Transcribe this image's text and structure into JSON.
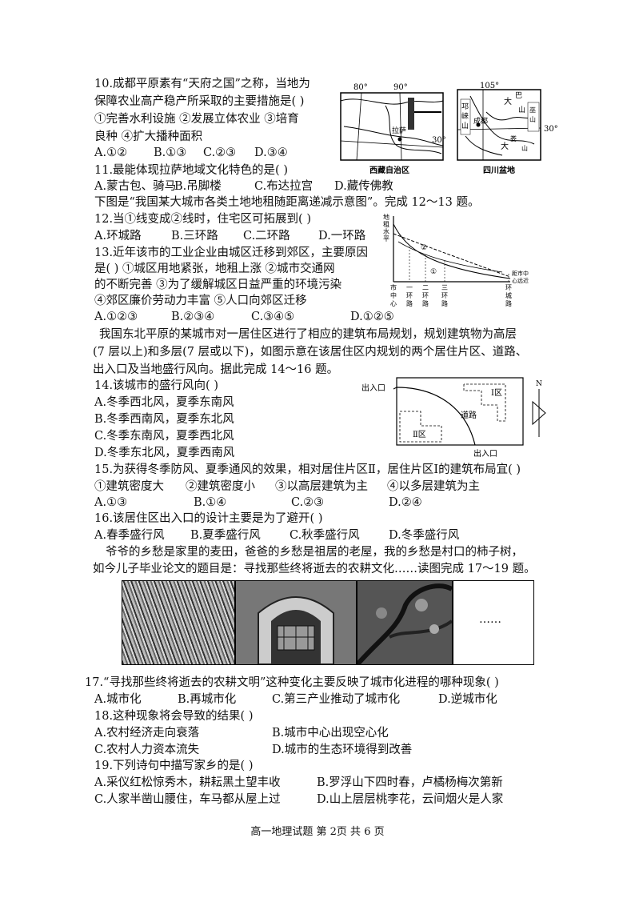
{
  "q10": {
    "lines": [
      "10.成都平原素有“天府之国”之称，当地为",
      "保障农业高产稳产所采取的主要措施是(  )",
      "①完善水利设施  ②发展立体农业  ③培育",
      "良种  ④扩大播种面积"
    ],
    "options": [
      "A.①②",
      "B.①③",
      "C.②③",
      "D.③④"
    ]
  },
  "map_tibet": {
    "lon1": "80°",
    "lon2": "90°",
    "lat": "30°",
    "city": "拉萨",
    "caption": "西藏自治区"
  },
  "map_sichuan": {
    "lon": "105°",
    "lat": "30°",
    "caption": "四川盆地",
    "labels": [
      "邛",
      "崃",
      "山",
      "大",
      "巴",
      "山",
      "巫",
      "山",
      "成都",
      "大",
      "娄",
      "山"
    ]
  },
  "q11": {
    "stem": "11.最能体现拉萨地域文化特色的是(     )",
    "options": [
      "A.蒙古包、骑马",
      "B.吊脚楼",
      "C.布达拉宫",
      "D.藏传佛教"
    ]
  },
  "intro12": "下图是“我国某大城市各类土地地租随距离递减示意图”。完成 12～13 题。",
  "q12": {
    "stem": "12.当①线变成②线时，住宅区可拓展到(     )",
    "options": [
      "A.环城路",
      "B.三环路",
      "C.二环路",
      "D.一环路"
    ]
  },
  "q13": {
    "lines": [
      "13.近年该市的工业企业由城区迁移到郊区，主要原因",
      "是(  )  ①城区用地紧张，地租上涨  ②城市交通网",
      "的不断完善  ③为了缓解城区日益严重的环境污染",
      "④郊区廉价劳动力丰富  ⑤人口向郊区迁移"
    ],
    "options": [
      "A.①②③",
      "B.②③④",
      "C.③④⑤",
      "D.①②⑤"
    ]
  },
  "rent_chart": {
    "ylabel": [
      "地",
      "租",
      "水",
      "平"
    ],
    "xlabel": [
      "距市中",
      "心远近"
    ],
    "ticks": [
      [
        "市",
        "中",
        "心"
      ],
      [
        "一",
        "环",
        "路"
      ],
      [
        "二",
        "环",
        "路"
      ],
      [
        "三",
        "环",
        "路"
      ],
      [
        "环",
        "城",
        "路"
      ]
    ],
    "curve1": "①",
    "curve2": "②"
  },
  "intro14": [
    "我国东北平原的某城市对一居住区进行了相应的建筑布局规划，规划建筑物为高层",
    "(7 层以上)和多层(7 层或以下)，如图示意在该居住区内规划的两个居住片区、道路、",
    "出入口及当地盛行风向。据此完成 14～16 题。"
  ],
  "layout_map": {
    "entrance1": "出入口",
    "entrance2": "出入口",
    "zone1": "Ⅰ区",
    "zone2": "Ⅱ区",
    "road": "道路",
    "north": "N"
  },
  "q14": {
    "stem": "14.该城市的盛行风向(     )",
    "options": [
      "A.冬季西北风，夏季东南风",
      "B.冬季西南风，夏季东北风",
      "C.冬季东南风，夏季西北风",
      "D.冬季东北风，夏季西南风"
    ]
  },
  "q15": {
    "stem": "15.为获得冬季防风、夏季通风的效果，相对居住片区Ⅱ，居住片区Ⅰ的建筑布局宜(  )",
    "items": [
      "①建筑密度大",
      "②建筑密度小",
      "③以高层建筑为主",
      "④以多层建筑为主"
    ],
    "options": [
      "A.①③",
      "B.①④",
      "C.②③",
      "D.②④"
    ]
  },
  "q16": {
    "stem": "16.该居住区出入口的设计主要是为了避开(     )",
    "options": [
      "A.春季盛行风",
      "B.夏季盛行风",
      "C.秋季盛行风",
      "D.冬季盛行风"
    ]
  },
  "intro17": [
    "爷爷的乡愁是家里的麦田，爸爸的乡愁是祖居的老屋，我的乡愁是村口的柿子树，",
    "如今儿子毕业论文的题目是：寻找那些终将逝去的农耕文化……读图完成 17～19 题。"
  ],
  "photo_ellipsis": "……",
  "q17": {
    "stem": "17.“寻找那些终将逝去的农耕文明”这种变化主要反映了城市化进程的哪种现象(  )",
    "options": [
      "A.城市化",
      "B.再城市化",
      "C.第三产业推动了城市化",
      "D.逆城市化"
    ]
  },
  "q18": {
    "stem": "18.这种现象将会导致的结果(     )",
    "options": [
      "A.农村经济走向衰落",
      "B.城市中心出现空心化",
      "C.农村人力资本流失",
      "D.城市的生态环境得到改善"
    ]
  },
  "q19": {
    "stem": "19.下列诗句中描写家乡的是(     )",
    "options": [
      "A.采仪红松惊秀木，耕耘黑土望丰收",
      "B.罗浮山下四时春，卢橘杨梅次第新",
      "C.人家半凿山腰住，车马都从屋上过",
      "D.山上层层桃李花，云间烟火是人家"
    ]
  },
  "footer": "高一地理试题  第 2页  共 6 页"
}
